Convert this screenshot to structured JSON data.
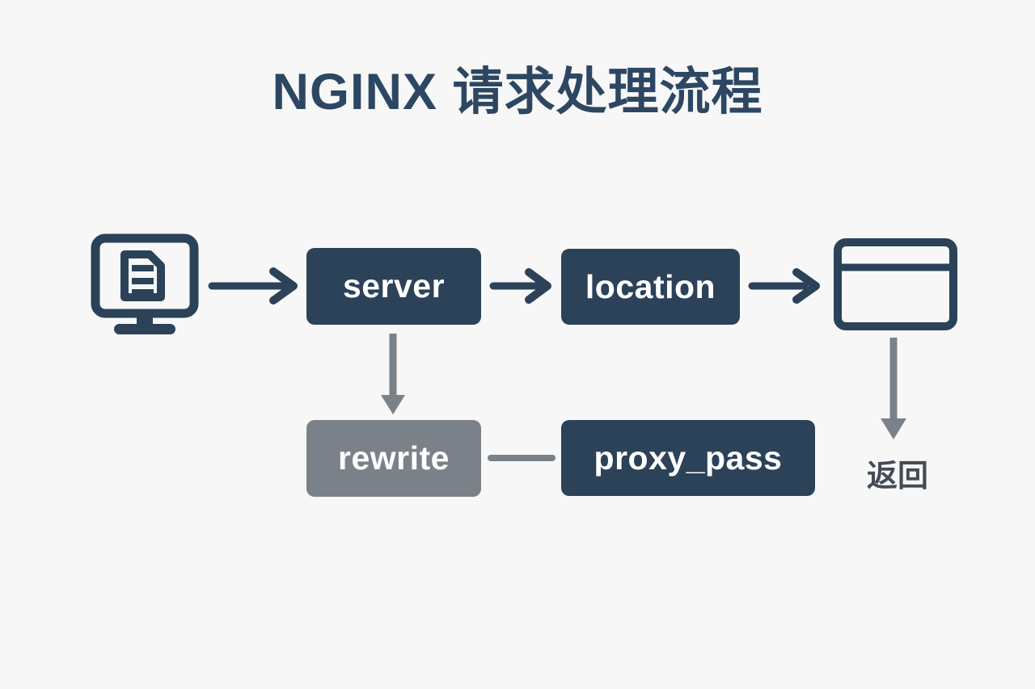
{
  "page": {
    "background_color": "#f7f7f7",
    "title": "NGINX 请求处理流程"
  },
  "palette": {
    "dark_navy": "#2b4259",
    "title_navy": "#2d4763",
    "gray_node": "#7b8189",
    "gray_arrow": "#7b8189",
    "white": "#ffffff",
    "return_text": "#444c55"
  },
  "diagram": {
    "type": "flowchart",
    "nodes": [
      {
        "id": "client",
        "label": "",
        "kind": "icon",
        "icon": "monitor-document-icon",
        "color": "#2b4259"
      },
      {
        "id": "server",
        "label": "server",
        "kind": "box",
        "color": "#2b4259",
        "text_color": "#ffffff"
      },
      {
        "id": "location",
        "label": "location",
        "kind": "box",
        "color": "#2b4259",
        "text_color": "#ffffff"
      },
      {
        "id": "browser",
        "label": "",
        "kind": "icon",
        "icon": "browser-window-icon",
        "color": "#2b4259"
      },
      {
        "id": "rewrite",
        "label": "rewrite",
        "kind": "box",
        "color": "#7b8189",
        "text_color": "#ffffff"
      },
      {
        "id": "proxy_pass",
        "label": "proxy_pass",
        "kind": "box",
        "color": "#2b4259",
        "text_color": "#ffffff"
      },
      {
        "id": "return",
        "label": "返回",
        "kind": "label",
        "color": "#444c55"
      }
    ],
    "edges": [
      {
        "from": "client",
        "to": "server",
        "style": "arrow",
        "orientation": "horizontal",
        "color": "#2b4259"
      },
      {
        "from": "server",
        "to": "location",
        "style": "arrow",
        "orientation": "horizontal",
        "color": "#2b4259"
      },
      {
        "from": "location",
        "to": "browser",
        "style": "arrow",
        "orientation": "horizontal",
        "color": "#2b4259"
      },
      {
        "from": "server",
        "to": "rewrite",
        "style": "arrow",
        "orientation": "vertical",
        "color": "#7b8189"
      },
      {
        "from": "rewrite",
        "to": "proxy_pass",
        "style": "plain-line",
        "orientation": "horizontal",
        "color": "#7b8189"
      },
      {
        "from": "browser",
        "to": "return",
        "style": "arrow",
        "orientation": "vertical",
        "color": "#7b8189"
      }
    ]
  },
  "labels": {
    "server": "server",
    "location": "location",
    "rewrite": "rewrite",
    "proxy_pass": "proxy_pass",
    "return": "返回"
  }
}
